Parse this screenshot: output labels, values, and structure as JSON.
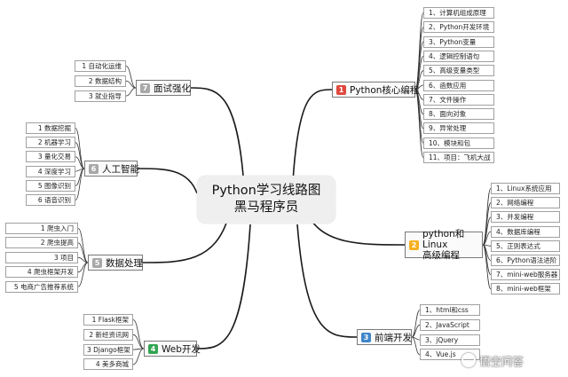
{
  "center": {
    "line1": "Python学习线路图",
    "line2": "黑马程序员"
  },
  "colors": {
    "red": "#e0483d",
    "orange": "#f5b120",
    "blue": "#3f86c9",
    "green": "#33a553",
    "gray": "#a8a8a8"
  },
  "branches": [
    {
      "id": "b1",
      "num": "1",
      "label": "Python核心编程",
      "color": "red",
      "items": [
        "1、计算机组成原理",
        "2、Python开发环境",
        "3、Python变量",
        "4、逻辑控制语句",
        "5、高级变量类型",
        "6、函数应用",
        "7、文件操作",
        "8、面向对象",
        "9、异常处理",
        "10、模块和包",
        "11、项目：飞机大战"
      ]
    },
    {
      "id": "b2",
      "num": "2",
      "label": "python和Linux\n高级编程",
      "color": "orange",
      "items": [
        "1、Linux系统应用",
        "2、网络编程",
        "3、并发编程",
        "4、数据库编程",
        "5、正则表达式",
        "6、Python语法进阶",
        "7、mini-web服务器",
        "8、mini-web框架"
      ]
    },
    {
      "id": "b3",
      "num": "3",
      "label": "前端开发",
      "color": "blue",
      "items": [
        "1、html和css",
        "2、JavaScript",
        "3、jQuery",
        "4、Vue.js"
      ]
    },
    {
      "id": "b4",
      "num": "4",
      "label": "Web开发",
      "color": "green",
      "items": [
        "1 Flask框架",
        "2 新经资讯网",
        "3 Django框架",
        "4 美多商城"
      ]
    },
    {
      "id": "b5",
      "num": "5",
      "label": "数据处理",
      "color": "gray",
      "items": [
        "1 爬虫入门",
        "2 爬虫提高",
        "3 项目",
        "4 爬虫框架开发",
        "5 电商广告推荐系统"
      ]
    },
    {
      "id": "b6",
      "num": "6",
      "label": "人工智能",
      "color": "gray",
      "items": [
        "1 数据挖掘",
        "2 机器学习",
        "3 量化交易",
        "4 深度学习",
        "5 图像识别",
        "6 语音识别"
      ]
    },
    {
      "id": "b7",
      "num": "7",
      "label": "面试强化",
      "color": "gray",
      "items": [
        "1 自动化运维",
        "2 数据结构",
        "3 就业指导"
      ]
    }
  ],
  "watermark": {
    "text": "悟空问答"
  }
}
